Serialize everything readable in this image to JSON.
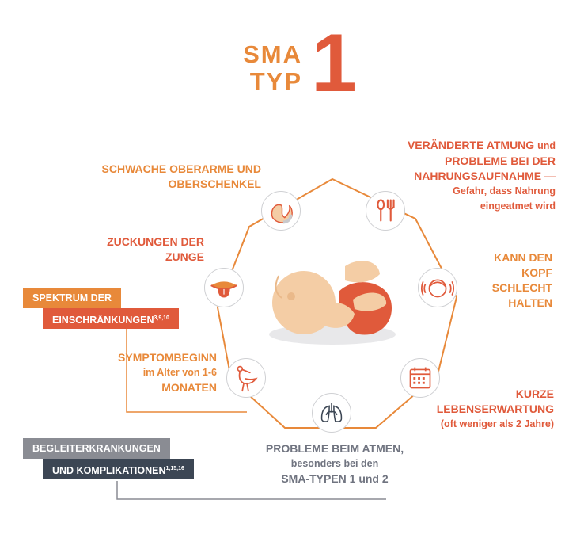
{
  "title": {
    "line1": "SMA",
    "line2": "TYP",
    "number": "1"
  },
  "labels": {
    "arms": {
      "line1": "SCHWACHE OBERARME UND",
      "line2": "OBERSCHENKEL"
    },
    "breathing_feeding": {
      "line1_a": "VERÄNDERTE ATMUNG ",
      "line1_b": "und",
      "line2": "PROBLEME BEI DER",
      "line3": "NAHRUNGSAUFNAHME —",
      "line4": "Gefahr, dass Nahrung",
      "line5": "eingeatmet wird"
    },
    "tongue": {
      "line1": "ZUCKUNGEN DER",
      "line2": "ZUNGE"
    },
    "head": {
      "line1": "KANN DEN",
      "line2": "KOPF",
      "line3": "SCHLECHT",
      "line4": "HALTEN"
    },
    "onset": {
      "line1": "SYMPTOMBEGINN",
      "line2": "im Alter von 1-6",
      "line3": "MONATEN"
    },
    "life": {
      "line1": "KURZE",
      "line2": "LEBENSERWARTUNG",
      "line3": "(oft weniger als 2 Jahre)"
    },
    "breath_problems": {
      "line1": "PROBLEME BEIM ATMEN,",
      "line2": "besonders bei den",
      "line3": "SMA-TYPEN 1 und 2"
    }
  },
  "tags": {
    "spectrum_1": "SPEKTRUM DER",
    "spectrum_2": "EINSCHRÄNKUNGEN",
    "spectrum_refs": "3,9,10",
    "comorb_1": "BEGLEITERKRANKUNGEN",
    "comorb_2": "UND KOMPLIKATIONEN",
    "comorb_refs": "1,15,16"
  },
  "colors": {
    "orange": "#e8893a",
    "red": "#e05a3b",
    "grey": "#8a8c93",
    "dark": "#3c4654",
    "skin": "#f4cda5"
  },
  "icons": [
    "arm-icon",
    "fork-knife-icon",
    "tongue-icon",
    "head-icon",
    "stork-icon",
    "calendar-icon",
    "lungs-icon"
  ]
}
